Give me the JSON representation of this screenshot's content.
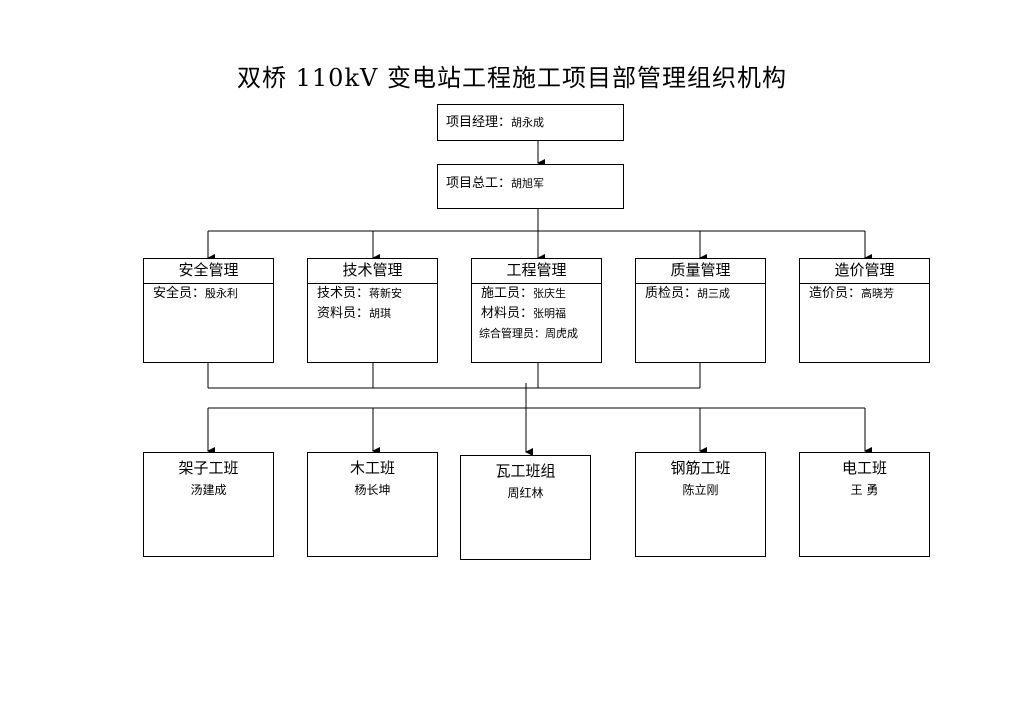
{
  "title": "双桥 110kV 变电站工程施工项目部管理组织机构",
  "manager": {
    "role": "项目经理：",
    "name": "胡永成"
  },
  "chief_engineer": {
    "role": "项目总工：",
    "name": "胡旭军"
  },
  "departments": [
    {
      "title": "安全管理",
      "lines": [
        {
          "role": "安全员：",
          "name": "殷永利"
        }
      ]
    },
    {
      "title": "技术管理",
      "lines": [
        {
          "role": "技术员：",
          "name": "蒋新安"
        },
        {
          "role": "资料员：",
          "name": "胡琪"
        }
      ]
    },
    {
      "title": "工程管理",
      "lines": [
        {
          "role": "施工员：",
          "name": "张庆生"
        },
        {
          "role": "材料员：",
          "name": "张明福"
        },
        {
          "role": "综合管理员：",
          "name": "周虎成"
        }
      ]
    },
    {
      "title": "质量管理",
      "lines": [
        {
          "role": "质检员：",
          "name": "胡三成"
        }
      ]
    },
    {
      "title": "造价管理",
      "lines": [
        {
          "role": "造价员：",
          "name": "高晓芳"
        }
      ]
    }
  ],
  "teams": [
    {
      "name": "架子工班",
      "leader": "汤建成"
    },
    {
      "name": "木工班",
      "leader": "杨长坤"
    },
    {
      "name": "瓦工班组",
      "leader": "周红林"
    },
    {
      "name": "钢筋工班",
      "leader": "陈立刚"
    },
    {
      "name": "电工班",
      "leader": "王 勇"
    }
  ]
}
